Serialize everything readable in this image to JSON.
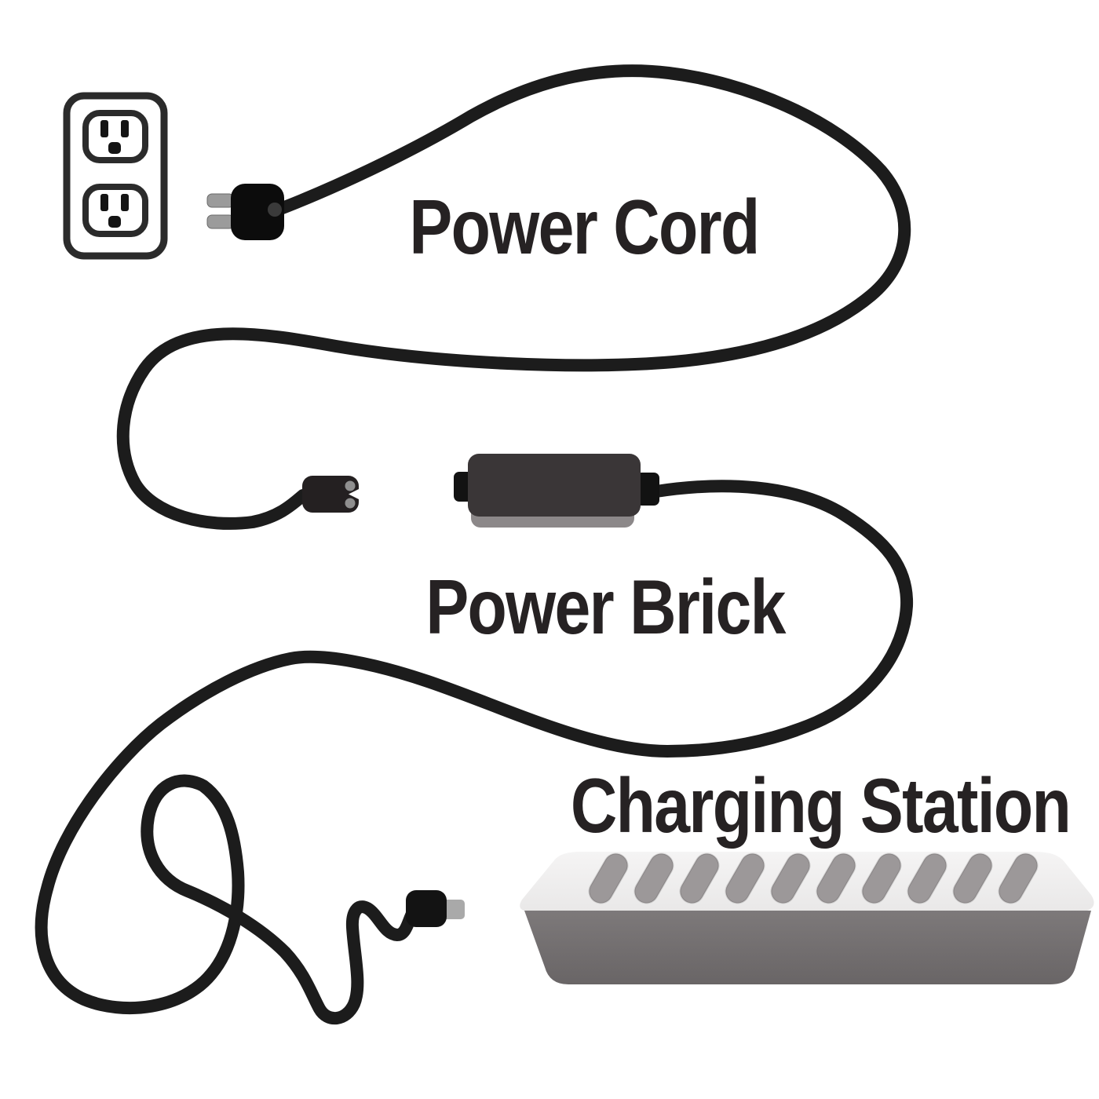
{
  "background": "#ffffff",
  "labels": {
    "power_cord": "Power Cord",
    "power_brick": "Power Brick",
    "charging_station": "Charging Station"
  },
  "station": {
    "slot_count": 10
  },
  "colors": {
    "background": "#ffffff",
    "cord": "#1c1c1c",
    "label_text": "#262223",
    "outlet_stroke": "#2b2b2b",
    "outlet_fill": "#ffffff",
    "outlet_slot": "#141414",
    "plug_body": "#0c0c0c",
    "prong": "#9b9b9b",
    "connector_body": "#242021",
    "connector_pin": "#8f8f8f",
    "brick_body": "#3a3637",
    "brick_shadow": "#8c8889",
    "brick_nub": "#121212",
    "tip_connector": "#131313",
    "tip_gray": "#a9a9a9",
    "station_top_light": "#f5f4f4",
    "station_top_dark": "#e9e8e8",
    "station_slot": "#9c9899",
    "station_front_top": "#7d797a",
    "station_front_bottom": "#696566"
  }
}
